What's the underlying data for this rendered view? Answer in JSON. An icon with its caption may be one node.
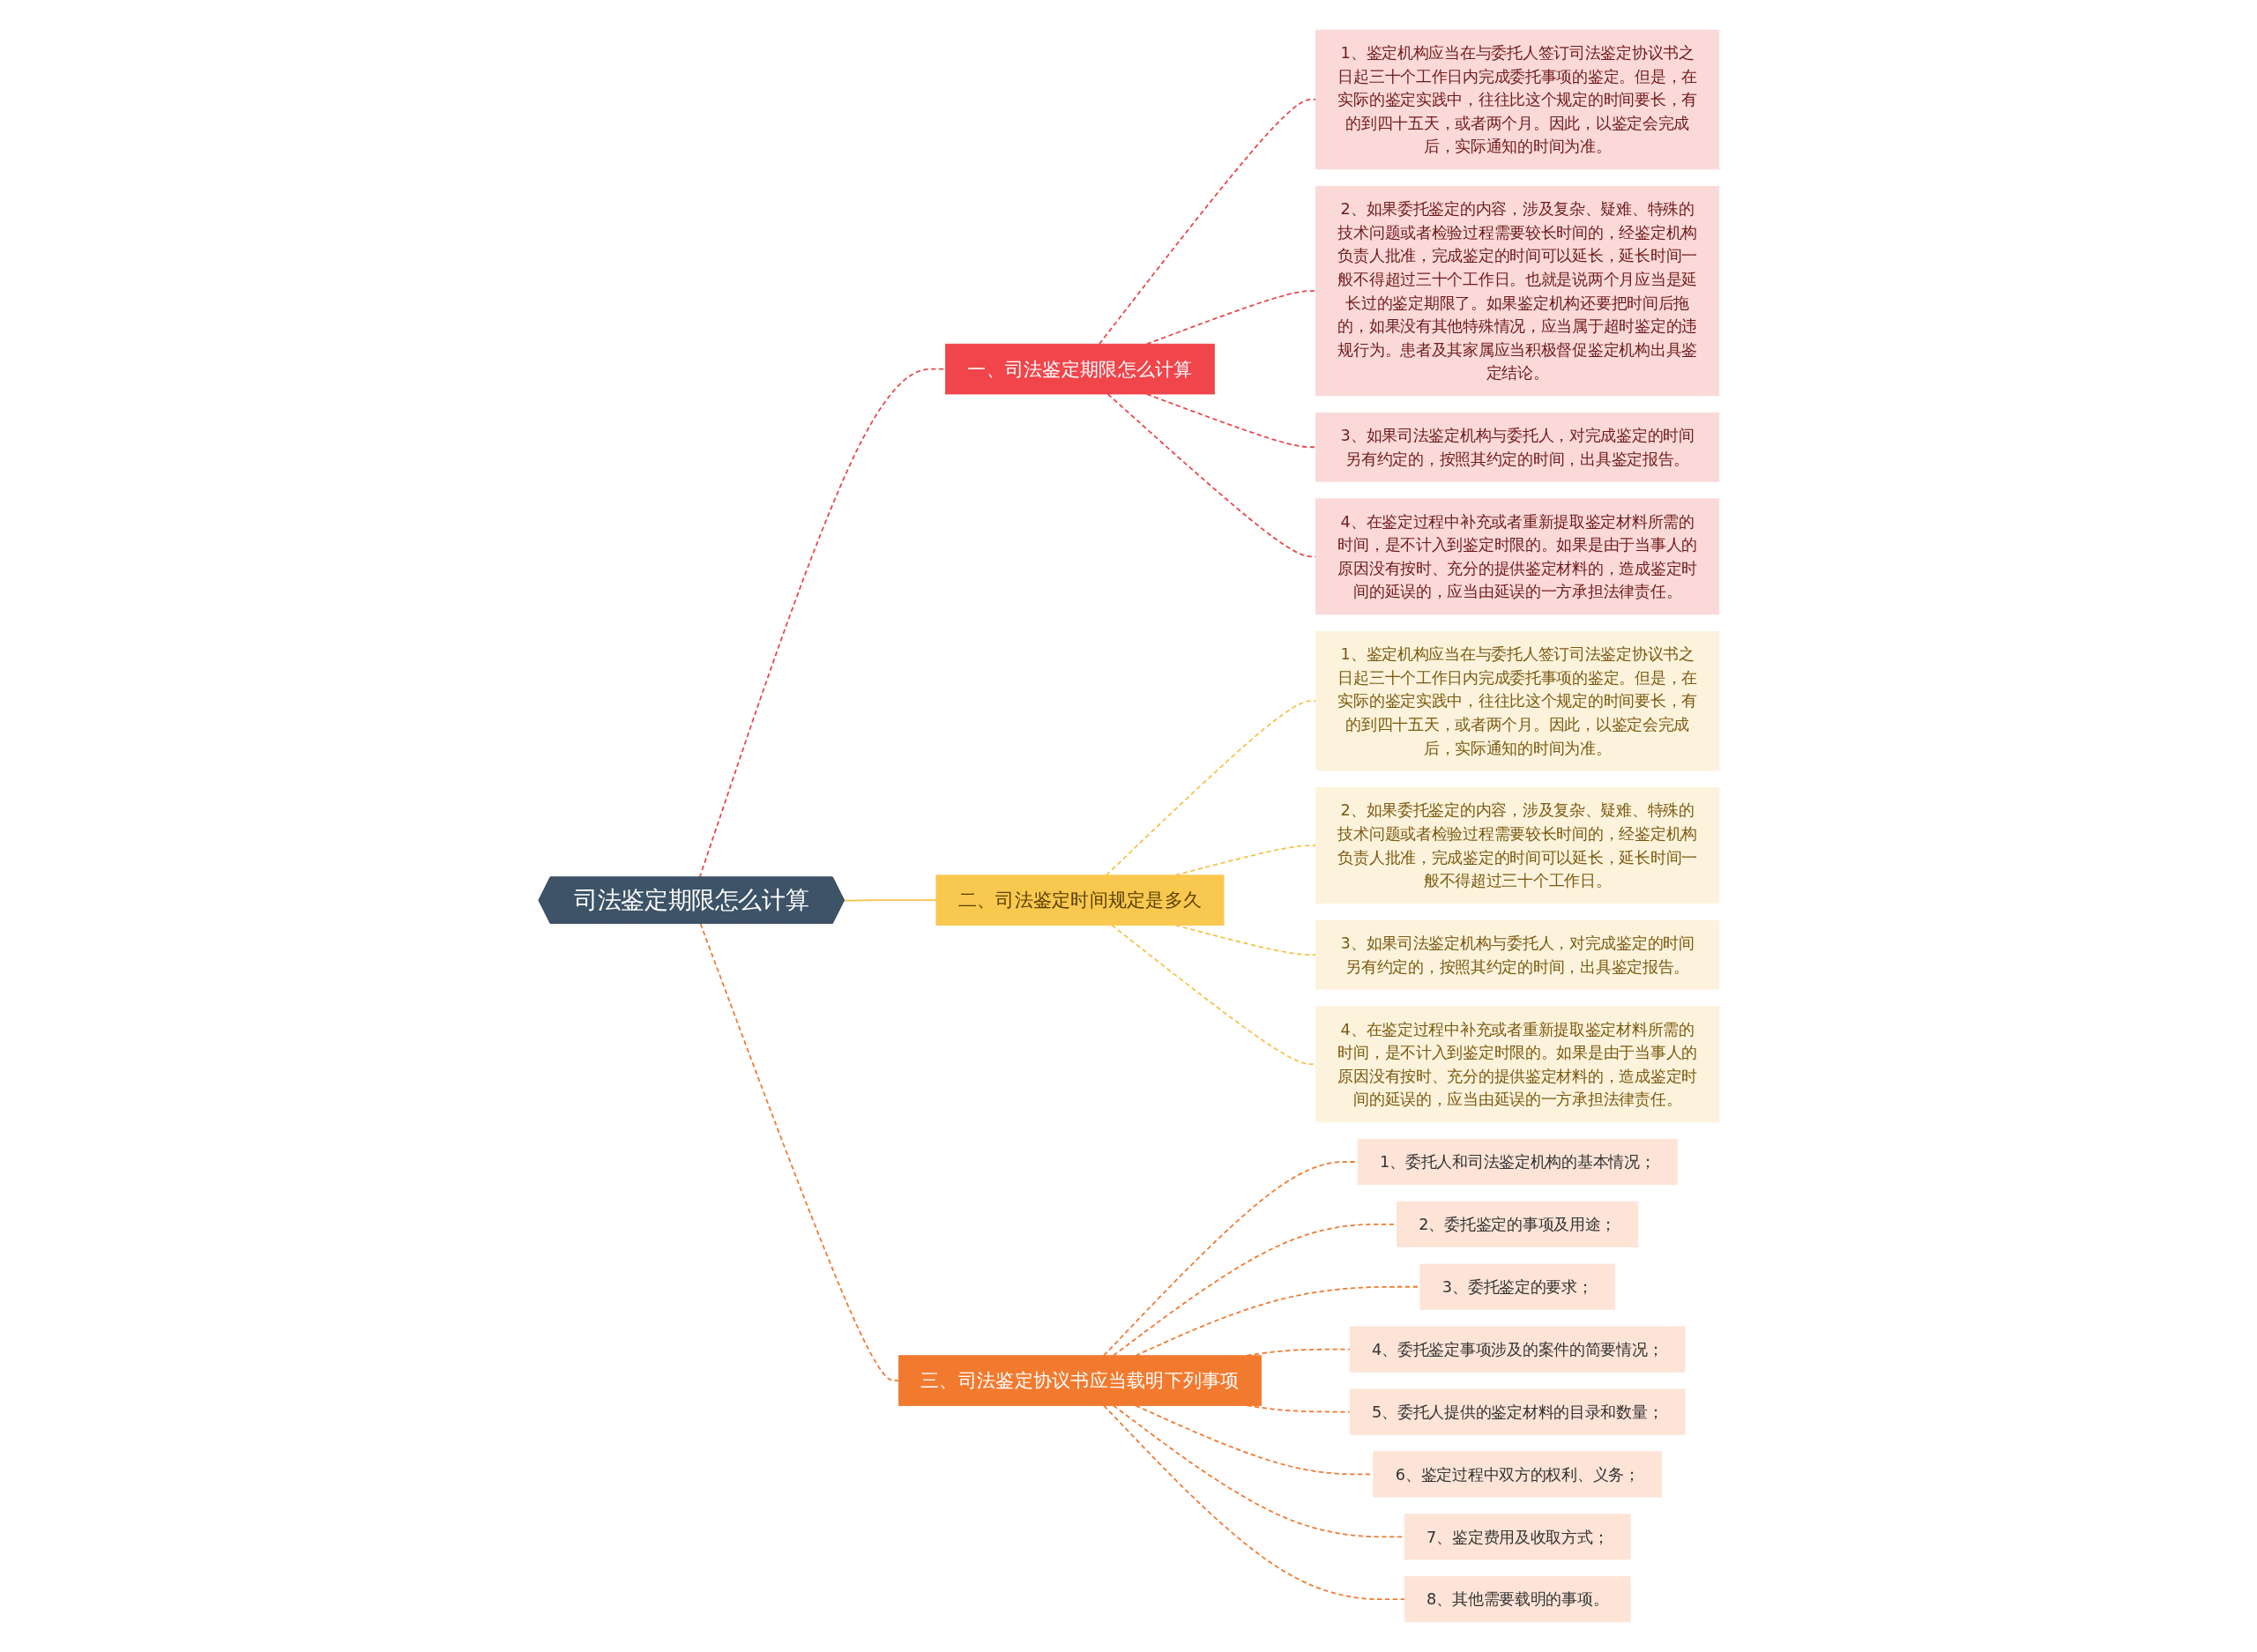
{
  "diagram": {
    "nodes": [
      {
        "text": [
          "司法鉴定期限怎么计算"
        ]
      },
      {
        "text": [
          "一、司法鉴定期限怎么计算"
        ]
      },
      {
        "text": [
          "1、鉴定机构应当在与委托人签订司法鉴定协议书之日起三十个工作日内完成委托事项的鉴定。但是，在实际的鉴定实践中，往往比这个规定的时间要长，有的到四十五天，或者两个月。因此，以鉴定会完成后，实际通知的时间为准。"
        ]
      },
      {
        "text": [
          "2、如果委托鉴定的内容，涉及复杂、疑难、特殊的技术问题或者检验过程需要较长时间的，经鉴定机构负责人批准，完成鉴定的时间可以延长，延长时间一般不得超过三十个工作日。也就是说两个月应当是延长过的鉴定期限了。如果鉴定机构还要把时间后拖的，如果没有其他特殊情况，应当属于超时鉴定的违规行为。患者及其家属应当积极督促鉴定机构出具鉴定结论。"
        ]
      },
      {
        "text": [
          "3、如果司法鉴定机构与委托人，对完成鉴定的时间另有约定的，按照其约定的时间，出具鉴定报告。"
        ]
      },
      {
        "text": [
          "4、在鉴定过程中补充或者重新提取鉴定材料所需的时间，是不计入到鉴定时限的。如果是由于当事人的原因没有按时、充分的提供鉴定材料的，造成鉴定时间的延误的，应当由延误的一方承担法律责任。"
        ]
      },
      {
        "text": [
          "二、司法鉴定时间规定是多久"
        ]
      },
      {
        "text": [
          "1、鉴定机构应当在与委托人签订司法鉴定协议书之日起三十个工作日内完成委托事项的鉴定。但是，在实际的鉴定实践中，往往比这个规定的时间要长，有的到四十五天，或者两个月。因此，以鉴定会完成后，实际通知的时间为准。"
        ]
      },
      {
        "text": [
          "2、如果委托鉴定的内容，涉及复杂、疑难、特殊的技术问题或者检验过程需要较长时间的，经鉴定机构负责人批准，完成鉴定的时间可以延长，延长时间一般不得超过三十个工作日。"
        ]
      },
      {
        "text": [
          "3、如果司法鉴定机构与委托人，对完成鉴定的时间另有约定的，按照其约定的时间，出具鉴定报告。"
        ]
      },
      {
        "text": [
          "4、在鉴定过程中补充或者重新提取鉴定材料所需的时间，是不计入到鉴定时限的。如果是由于当事人的原因没有按时、充分的提供鉴定材料的，造成鉴定时间的延误的，应当由延误的一方承担法律责任。"
        ]
      },
      {
        "text": [
          "三、司法鉴定协议书应当载明下列事项"
        ]
      },
      {
        "text": [
          "1、委托人和司法鉴定机构的基本情况；"
        ]
      },
      {
        "text": [
          "2、委托鉴定的事项及用途；"
        ]
      },
      {
        "text": [
          "3、委托鉴定的要求；"
        ]
      },
      {
        "text": [
          "4、委托鉴定事项涉及的案件的简要情况；"
        ]
      },
      {
        "text": [
          "5、委托人提供的鉴定材料的目录和数量；"
        ]
      },
      {
        "text": [
          "6、鉴定过程中双方的权利、义务；"
        ]
      },
      {
        "text": [
          "7、鉴定费用及收取方式；"
        ]
      },
      {
        "text": [
          "8、其他需要载明的事项。"
        ]
      }
    ],
    "edges": [
      {
        "from": 0,
        "to": 1,
        "arrow": "none",
        "style": "dashed",
        "color": "#e8464b"
      },
      {
        "from": 1,
        "to": 2,
        "arrow": "none",
        "style": "dashed",
        "color": "#e8464b"
      },
      {
        "from": 1,
        "to": 3,
        "arrow": "none",
        "style": "dashed",
        "color": "#e8464b"
      },
      {
        "from": 1,
        "to": 4,
        "arrow": "none",
        "style": "dashed",
        "color": "#e8464b"
      },
      {
        "from": 1,
        "to": 5,
        "arrow": "none",
        "style": "dashed",
        "color": "#e8464b"
      },
      {
        "from": 0,
        "to": 6,
        "arrow": "none",
        "color": "#f5c24d"
      },
      {
        "from": 6,
        "to": 7,
        "arrow": "none",
        "style": "dashed",
        "color": "#f5c24d"
      },
      {
        "from": 6,
        "to": 8,
        "arrow": "none",
        "style": "dashed",
        "color": "#f5c24d"
      },
      {
        "from": 6,
        "to": 9,
        "arrow": "none",
        "style": "dashed",
        "color": "#f5c24d"
      },
      {
        "from": 6,
        "to": 10,
        "arrow": "none",
        "style": "dashed",
        "color": "#f5c24d"
      },
      {
        "from": 0,
        "to": 11,
        "arrow": "none",
        "style": "dashed",
        "color": "#f07a30"
      },
      {
        "from": 11,
        "to": 12,
        "arrow": "none",
        "style": "dashed",
        "color": "#f07a30"
      },
      {
        "from": 11,
        "to": 13,
        "arrow": "none",
        "style": "dashed",
        "color": "#f07a30"
      },
      {
        "from": 11,
        "to": 14,
        "arrow": "none",
        "style": "dashed",
        "color": "#f07a30"
      },
      {
        "from": 11,
        "to": 15,
        "arrow": "none",
        "style": "dashed",
        "color": "#f07a30"
      },
      {
        "from": 11,
        "to": 16,
        "arrow": "none",
        "style": "dashed",
        "color": "#f07a30"
      },
      {
        "from": 11,
        "to": 17,
        "arrow": "none",
        "style": "dashed",
        "color": "#f07a30"
      },
      {
        "from": 11,
        "to": 18,
        "arrow": "none",
        "style": "dashed",
        "color": "#f07a30"
      },
      {
        "from": 11,
        "to": 19,
        "arrow": "none",
        "style": "dashed",
        "color": "#f07a30"
      }
    ]
  }
}
